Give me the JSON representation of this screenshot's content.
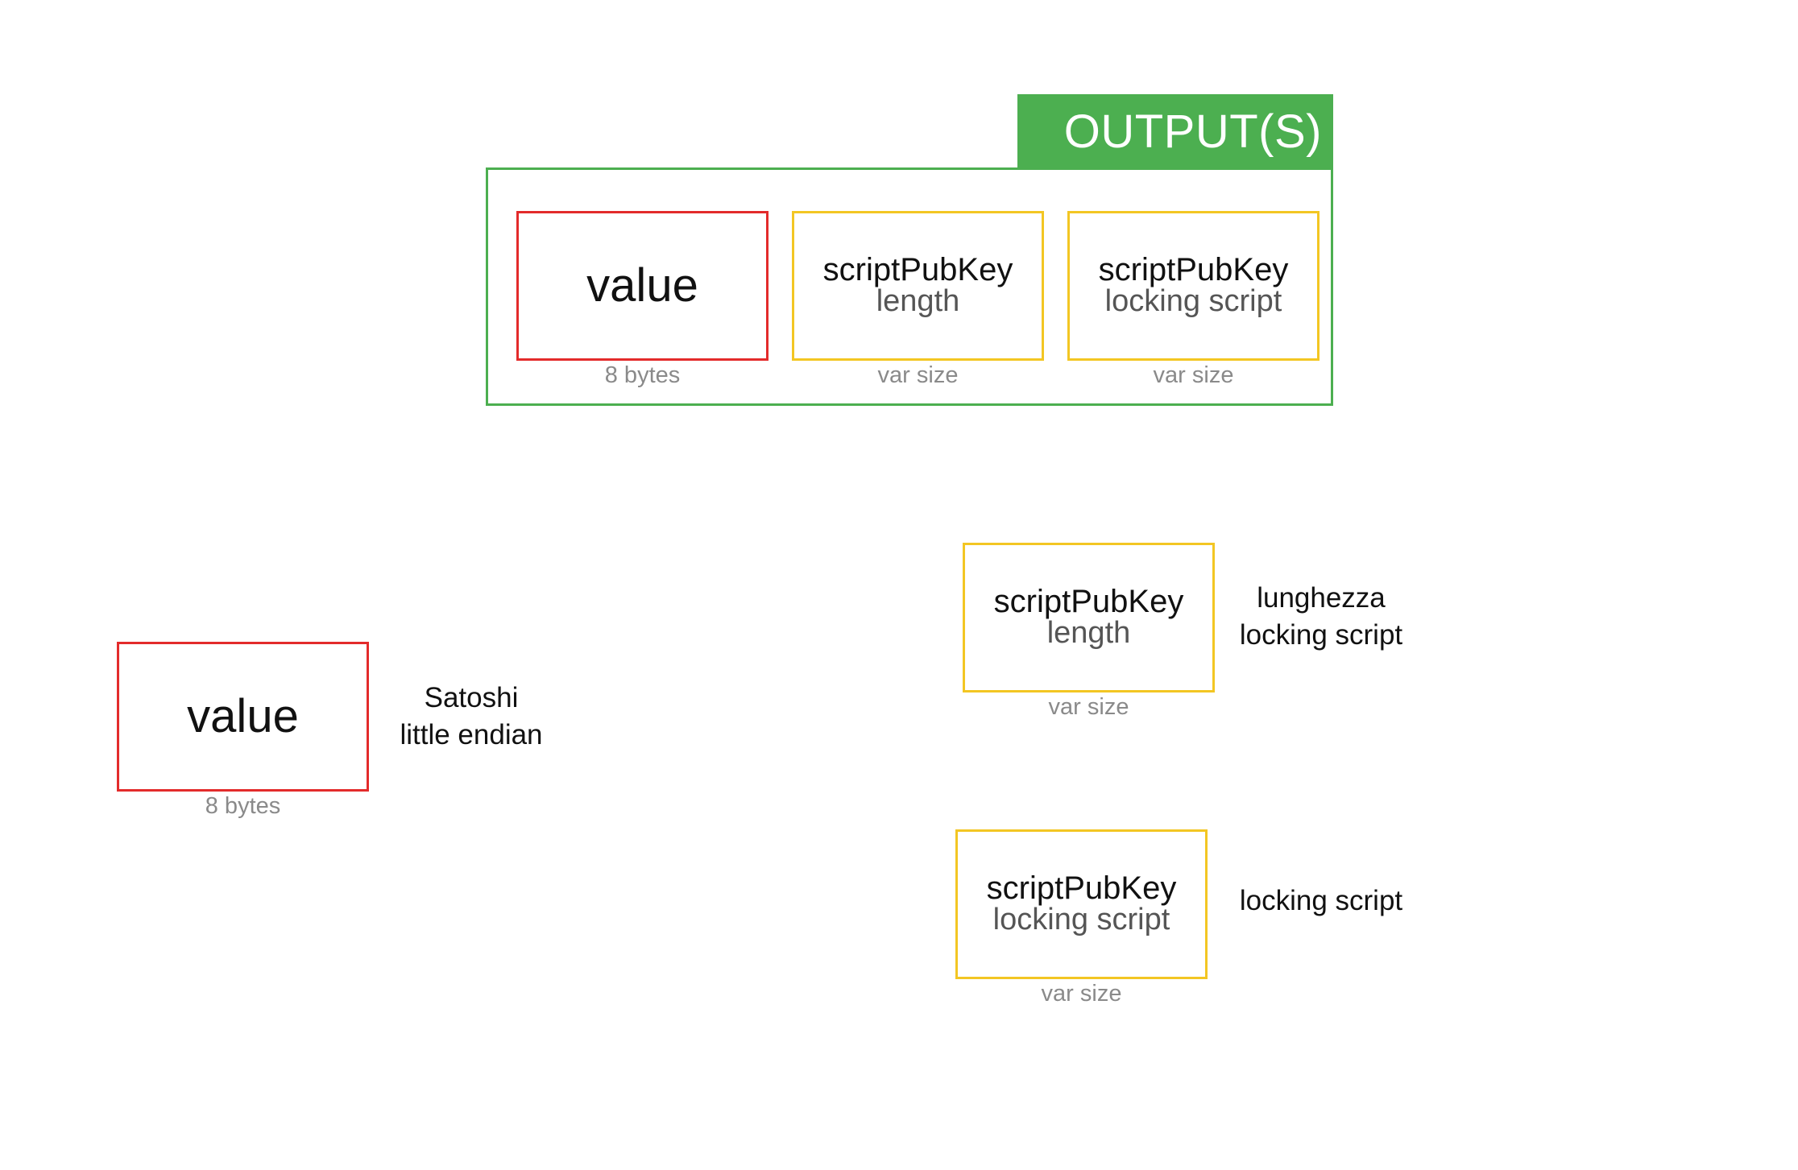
{
  "output_group": {
    "title": "OUTPUT(S)",
    "fields": [
      {
        "label": "value",
        "size": "8 bytes"
      },
      {
        "label": "scriptPubKey",
        "sublabel": "length",
        "size": "var size"
      },
      {
        "label": "scriptPubKey",
        "sublabel": "locking script",
        "size": "var size"
      }
    ]
  },
  "details": {
    "value": {
      "label": "value",
      "size": "8 bytes",
      "desc_line1": "Satoshi",
      "desc_line2": "little endian"
    },
    "script_length": {
      "label": "scriptPubKey",
      "sublabel": "length",
      "size": "var size",
      "desc_line1": "lunghezza",
      "desc_line2": "locking script"
    },
    "locking_script": {
      "label": "scriptPubKey",
      "sublabel": "locking script",
      "size": "var size",
      "desc_line1": "locking script"
    }
  },
  "colors": {
    "output_green": "#4caf50",
    "value_red": "#e32b2b",
    "script_yellow": "#f3c623"
  }
}
